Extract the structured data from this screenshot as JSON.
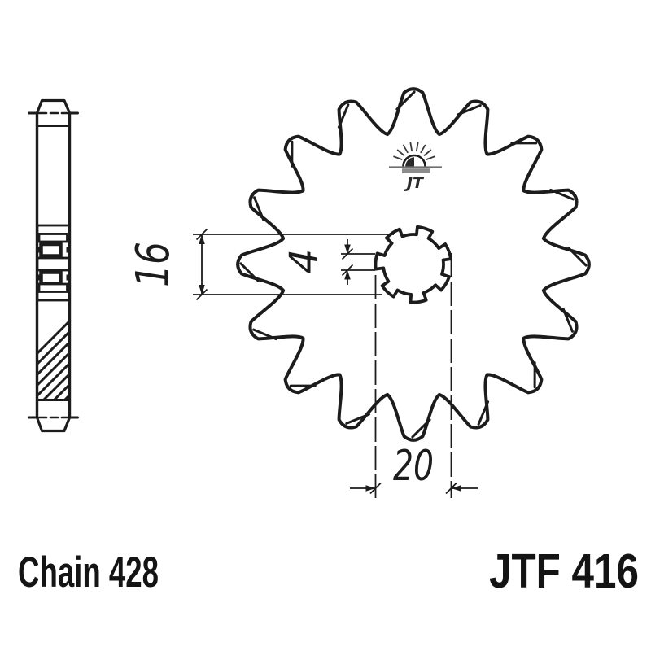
{
  "figure": {
    "type": "technical-drawing",
    "subject": "front sprocket",
    "chain_label": "Chain 428",
    "part_label": "JTF 416",
    "logo": {
      "brand": "JT",
      "symbol": "sunrise-over-horizon"
    },
    "dimensions": {
      "spline_inner_diameter": "16",
      "spline_groove_width": "4",
      "spline_outer_diameter": "20"
    },
    "drawing": {
      "teeth": 16,
      "spline_notches": 7,
      "line_color": "#1c1c1c",
      "logo_bar_color": "#8c8c8c",
      "background": "#ffffff"
    }
  }
}
